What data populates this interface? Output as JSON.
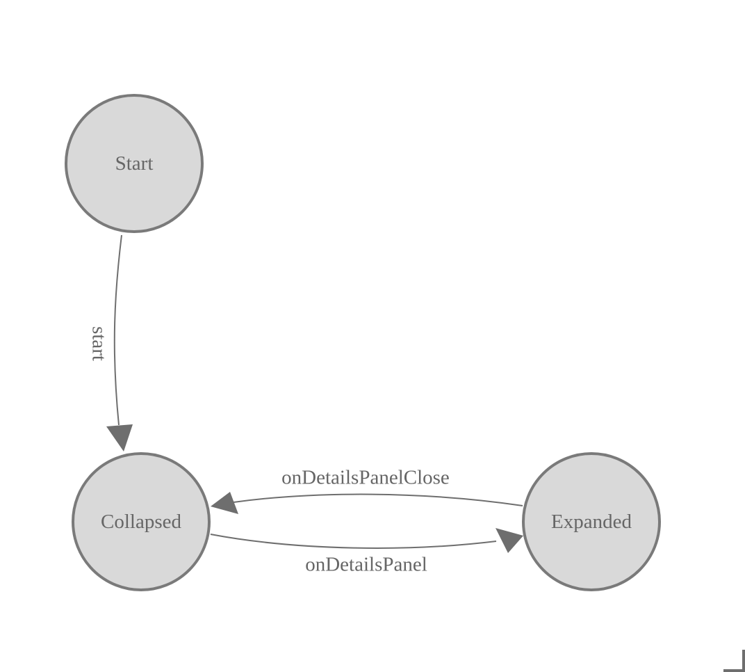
{
  "diagram": {
    "type": "state-diagram",
    "nodes": [
      {
        "id": "start",
        "label": "Start"
      },
      {
        "id": "collapsed",
        "label": "Collapsed"
      },
      {
        "id": "expanded",
        "label": "Expanded"
      }
    ],
    "edges": [
      {
        "from": "Start",
        "to": "Collapsed",
        "label": "start"
      },
      {
        "from": "Expanded",
        "to": "Collapsed",
        "label": "onDetailsPanelClose"
      },
      {
        "from": "Collapsed",
        "to": "Expanded",
        "label": "onDetailsPanel"
      }
    ]
  },
  "colors": {
    "node_fill": "#d9d9d9",
    "node_stroke": "#7a7a7a",
    "edge_stroke": "#6e6e6e",
    "label_text": "#666666",
    "background": "#ffffff",
    "corner_mark": "#6e6e6e"
  }
}
